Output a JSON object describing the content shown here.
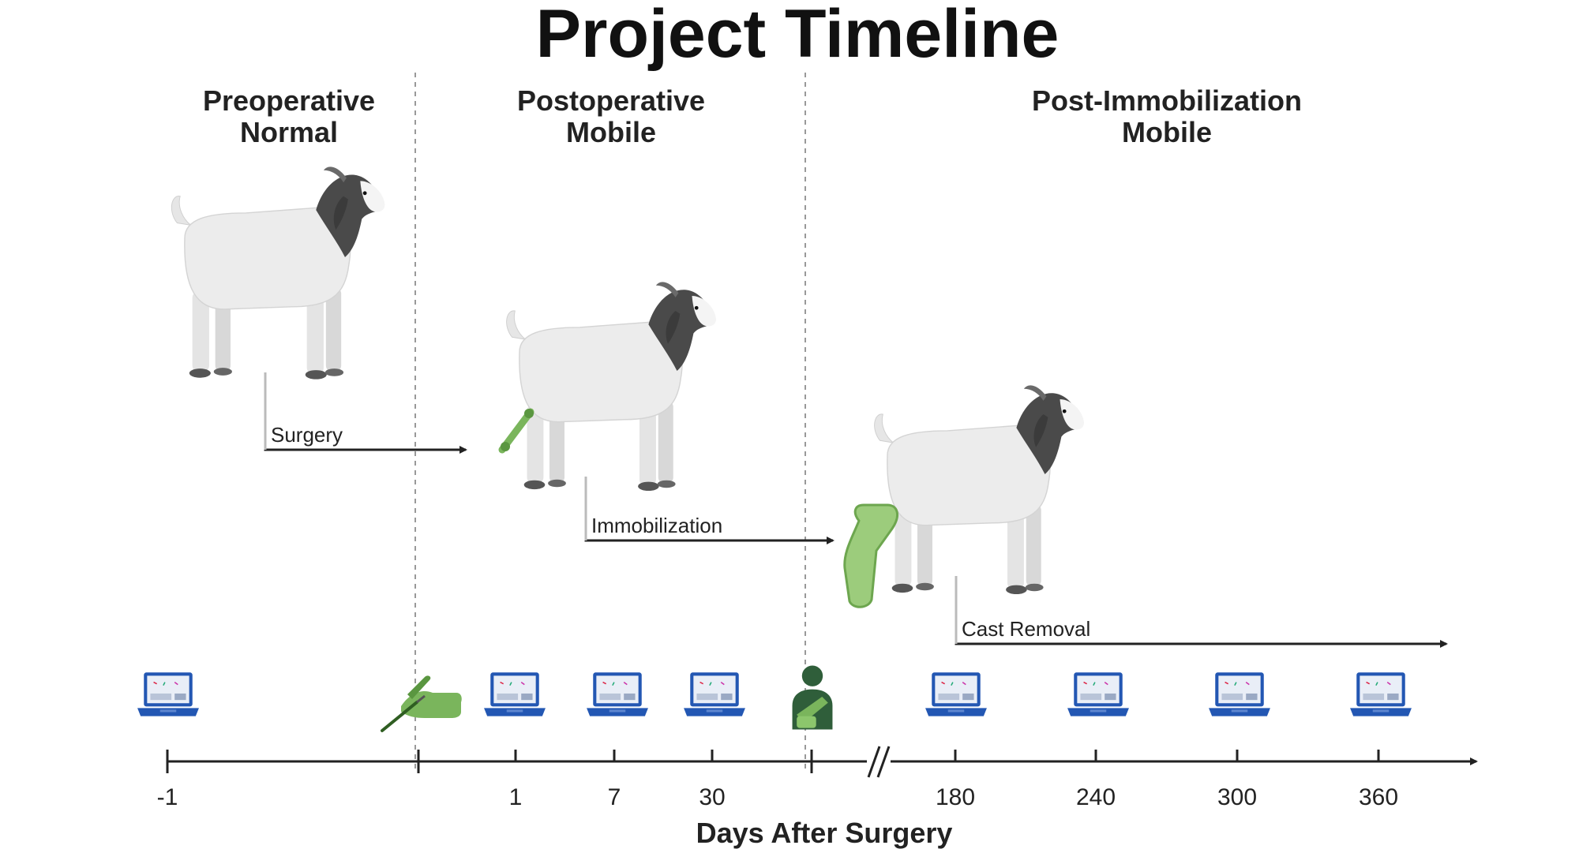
{
  "title": "Project Timeline",
  "phases": [
    {
      "line1": "Preoperative",
      "line2": "Normal"
    },
    {
      "line1": "Postoperative",
      "line2": "Mobile"
    },
    {
      "line1": "Post-Immobilization",
      "line2": "Mobile"
    }
  ],
  "events": [
    {
      "label": "Surgery"
    },
    {
      "label": "Immobilization"
    },
    {
      "label": "Cast Removal"
    }
  ],
  "axis": {
    "label": "Days After Surgery",
    "ticks": [
      "-1",
      "1",
      "7",
      "30",
      "180",
      "240",
      "300",
      "360"
    ]
  },
  "icons": {
    "goat": "goat-icon",
    "laptop": "laptop-icon",
    "surgery": "scalpel-glove-icon",
    "cast": "person-arm-sling-icon",
    "break": "axis-break-icon"
  },
  "colors": {
    "green": "#7ab55c",
    "laptop_blue": "#2357b3",
    "goat_dark": "#4a4a4a",
    "axis": "#222222"
  }
}
